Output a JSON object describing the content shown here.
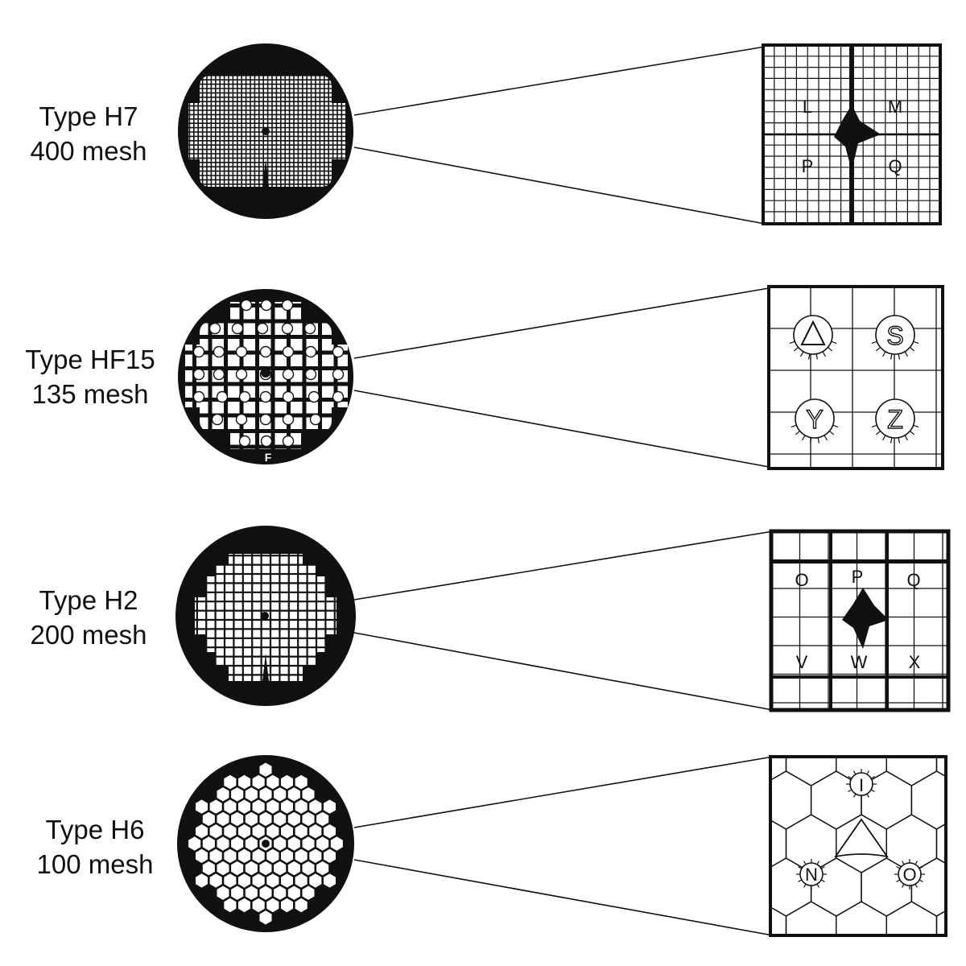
{
  "grids": [
    {
      "type_label": "Type H7",
      "mesh_label": "400 mesh",
      "pattern": "square",
      "zoom_letters": [
        "L",
        "M",
        "P",
        "Q"
      ],
      "zoom_marker": "star"
    },
    {
      "type_label": "Type HF15",
      "mesh_label": "135 mesh",
      "pattern": "square-lettered",
      "orientation_letter": "F",
      "zoom_letters": [
        "triangle",
        "S",
        "Y",
        "Z"
      ],
      "zoom_marker": "circled-letters"
    },
    {
      "type_label": "Type H2",
      "mesh_label": "200 mesh",
      "pattern": "square",
      "zoom_letters": [
        "O",
        "P",
        "Q",
        "V",
        "W",
        "X"
      ],
      "zoom_marker": "star"
    },
    {
      "type_label": "Type H6",
      "mesh_label": "100 mesh",
      "pattern": "hexagonal",
      "zoom_letters": [
        "I",
        "N",
        "O"
      ],
      "zoom_marker": "triangle"
    }
  ]
}
